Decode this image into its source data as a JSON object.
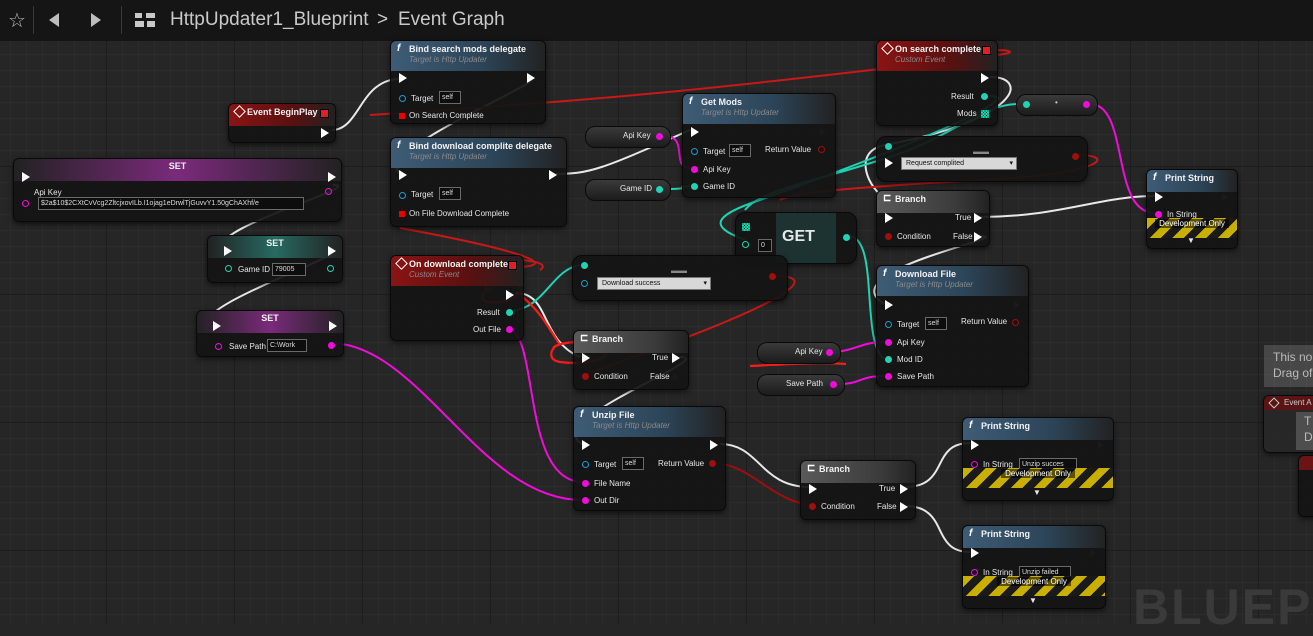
{
  "toolbar": {
    "star_icon": "star-outline",
    "back_icon": "arrow-left",
    "forward_icon": "arrow-right",
    "blueprint_name": "HttpUpdater1_Blueprint",
    "separator": ">",
    "graph_name": "Event Graph"
  },
  "watermark": "BLUEPRI",
  "nodes": {
    "event_beginplay": {
      "title": "Event BeginPlay"
    },
    "set_apikey": {
      "title": "SET",
      "pin_label": "Api Key",
      "value": "$2a$10$2CXtCvVcg2ZltcjxovILb.I1ojag1eDrwlTjGuvvY1.50gChAXhf/e"
    },
    "set_gameid": {
      "title": "SET",
      "pin_label": "Game ID",
      "value": "79005"
    },
    "set_savepath": {
      "title": "SET",
      "pin_label": "Save Path",
      "value": "C:\\Work"
    },
    "bind_search": {
      "title": "Bind search mods delegate",
      "subtitle": "Target is Http Updater",
      "target_label": "Target",
      "target_value": "self",
      "delegate_label": "On Search Complete"
    },
    "bind_download": {
      "title": "Bind download complite delegate",
      "subtitle": "Target is Http Updater",
      "target_label": "Target",
      "target_value": "self",
      "delegate_label": "On File Download Complete"
    },
    "on_download_complete": {
      "title": "On download complete",
      "subtitle": "Custom Event",
      "result_label": "Result",
      "outfile_label": "Out File"
    },
    "get_apikey": {
      "label": "Api Key"
    },
    "get_gameid": {
      "label": "Game ID"
    },
    "get_mods": {
      "title": "Get Mods",
      "subtitle": "Target is Http Updater",
      "target_label": "Target",
      "target_value": "self",
      "return_label": "Return Value",
      "apikey_label": "Api Key",
      "gameid_label": "Game ID"
    },
    "on_search_complete": {
      "title": "On search complete",
      "subtitle": "Custom Event",
      "result_label": "Result",
      "mods_label": "Mods"
    },
    "select_top": {
      "dropdown": "Request complited"
    },
    "select_mid": {
      "dropdown": "Download success"
    },
    "get_array": {
      "title": "GET",
      "index": "0"
    },
    "branch_top": {
      "title": "Branch",
      "true_label": "True",
      "false_label": "False",
      "condition_label": "Condition"
    },
    "branch_mid": {
      "title": "Branch",
      "true_label": "True",
      "false_label": "False",
      "condition_label": "Condition"
    },
    "branch_unzip": {
      "title": "Branch",
      "true_label": "True",
      "false_label": "False",
      "condition_label": "Condition"
    },
    "print_top": {
      "title": "Print String",
      "instring_label": "In String",
      "dev_label": "Development Only"
    },
    "print_unzip_ok": {
      "title": "Print String",
      "instring_label": "In String",
      "value": "Unzip succes",
      "dev_label": "Development Only"
    },
    "print_unzip_fail": {
      "title": "Print String",
      "instring_label": "In String",
      "value": "Unzip failed",
      "dev_label": "Development Only"
    },
    "download_file": {
      "title": "Download File",
      "subtitle": "Target is Http Updater",
      "target_label": "Target",
      "target_value": "self",
      "return_label": "Return Value",
      "apikey_label": "Api Key",
      "modid_label": "Mod ID",
      "savepath_label": "Save Path"
    },
    "get_apikey2": {
      "label": "Api Key"
    },
    "get_savepath": {
      "label": "Save Path"
    },
    "unzip_file": {
      "title": "Unzip File",
      "subtitle": "Target is Http Updater",
      "target_label": "Target",
      "target_value": "self",
      "return_label": "Return Value",
      "filename_label": "File Name",
      "outdir_label": "Out Dir"
    }
  },
  "offscreen": {
    "comment_line1": "This no",
    "comment_line2": "Drag of",
    "event_partial": "Event A",
    "comment2_line1": "T",
    "comment2_line2": "D"
  },
  "colors": {
    "exec": "#ffffff",
    "string": "#f10cdb",
    "integer": "#1fd3b4",
    "object": "#1d9bd1",
    "boolean": "#a00e0e",
    "annotation": "#ff1a1a"
  }
}
